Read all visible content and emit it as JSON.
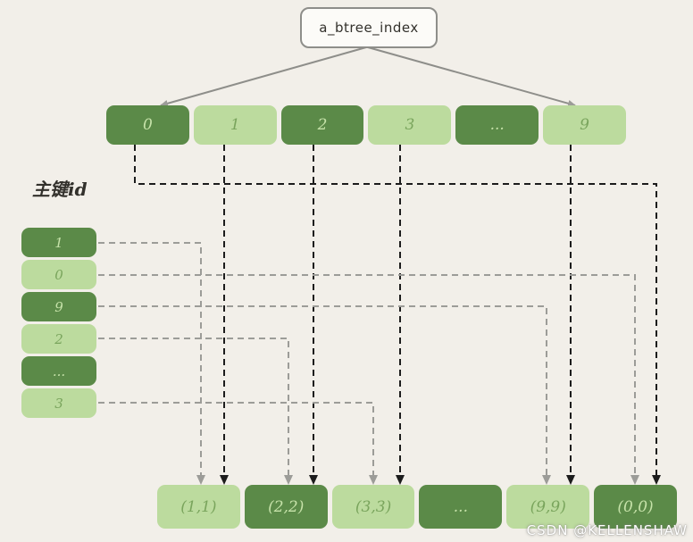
{
  "title_box": {
    "label": "a_btree_index"
  },
  "primary_key_label": "主键id",
  "index_row": {
    "cells": [
      {
        "label": "0",
        "variant": "dark"
      },
      {
        "label": "1",
        "variant": "light"
      },
      {
        "label": "2",
        "variant": "dark"
      },
      {
        "label": "3",
        "variant": "light"
      },
      {
        "label": "...",
        "variant": "dark"
      },
      {
        "label": "9",
        "variant": "light"
      }
    ]
  },
  "primary_key_column": {
    "cells": [
      {
        "label": "1",
        "variant": "dark"
      },
      {
        "label": "0",
        "variant": "light"
      },
      {
        "label": "9",
        "variant": "dark"
      },
      {
        "label": "2",
        "variant": "light"
      },
      {
        "label": "...",
        "variant": "dark"
      },
      {
        "label": "3",
        "variant": "light"
      }
    ]
  },
  "data_row": {
    "cells": [
      {
        "label": "(1,1)",
        "variant": "light"
      },
      {
        "label": "(2,2)",
        "variant": "dark"
      },
      {
        "label": "(3,3)",
        "variant": "light"
      },
      {
        "label": "...",
        "variant": "dark"
      },
      {
        "label": "(9,9)",
        "variant": "light"
      },
      {
        "label": "(0,0)",
        "variant": "dark"
      }
    ]
  },
  "watermark": "CSDN @KELLENSHAW",
  "colors": {
    "background": "#f2efe9",
    "box_fill": "#fcfbf8",
    "box_text": "#33312c",
    "cell_dark": "#5b8a48",
    "cell_light": "#bcdb9e",
    "text_on_dark": "#c6e2a9",
    "text_on_light": "#79a45c",
    "pointer_black": "#1c1c1c",
    "pointer_gray": "#9c9c98",
    "line_gray": "#8e8e8a"
  }
}
